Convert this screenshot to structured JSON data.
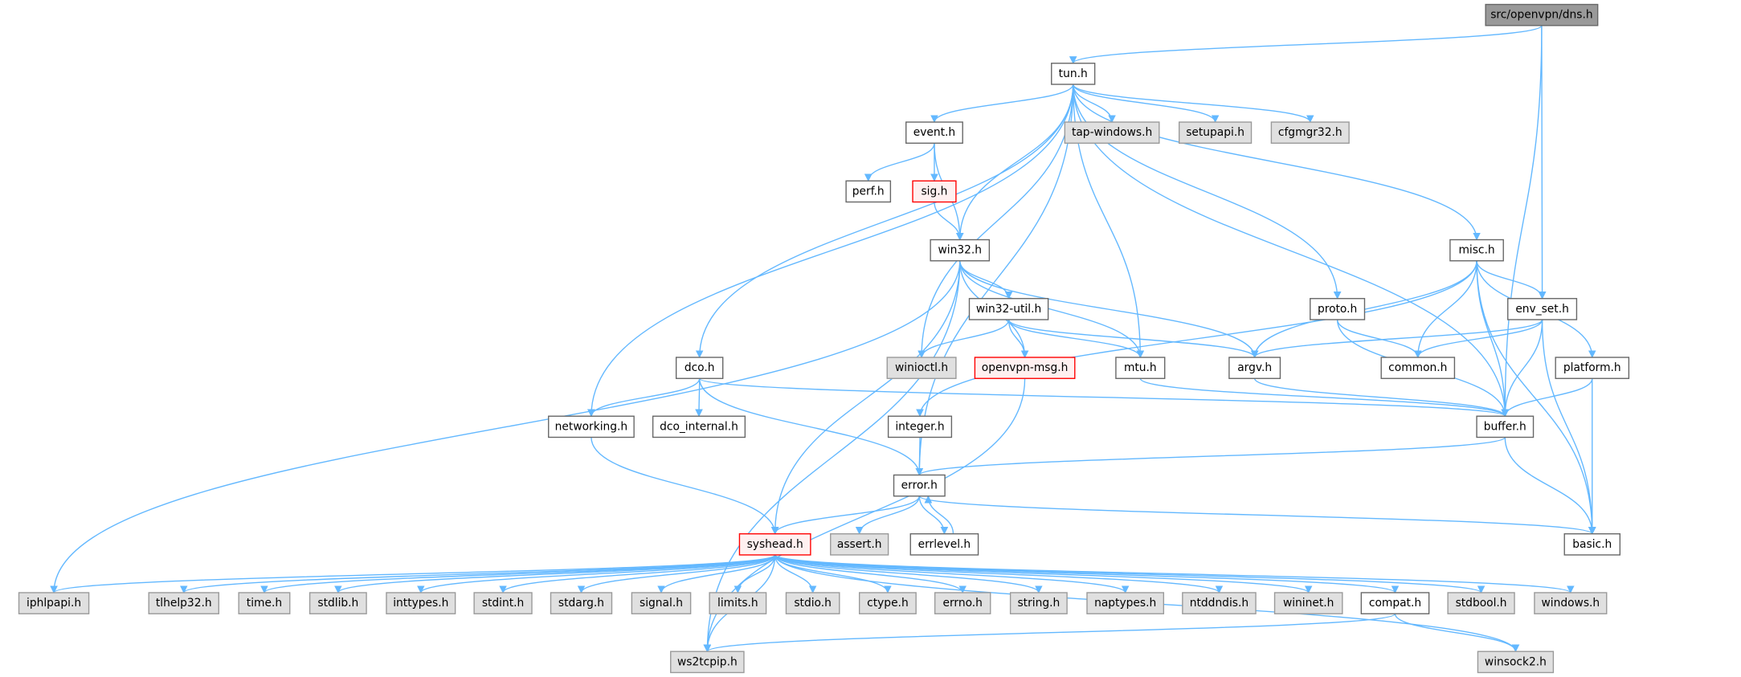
{
  "graph": {
    "title": "src/openvpn/dns.h",
    "colors": {
      "edge": "#63b8ff",
      "root_fill": "#999999",
      "root_border": "#666666",
      "normal_fill": "#ffffff",
      "normal_border": "#666666",
      "external_fill": "#e0e0e0",
      "external_border": "#999999",
      "truncated_fill": "#fff0f0",
      "truncated_border": "#ff0000"
    },
    "nodes": [
      {
        "label": "src/openvpn/dns.h",
        "kind": "root"
      },
      {
        "label": "tun.h",
        "kind": "normal"
      },
      {
        "label": "event.h",
        "kind": "normal"
      },
      {
        "label": "tap-windows.h",
        "kind": "external"
      },
      {
        "label": "setupapi.h",
        "kind": "external"
      },
      {
        "label": "cfgmgr32.h",
        "kind": "external"
      },
      {
        "label": "perf.h",
        "kind": "normal"
      },
      {
        "label": "sig.h",
        "kind": "truncated"
      },
      {
        "label": "win32.h",
        "kind": "normal"
      },
      {
        "label": "misc.h",
        "kind": "normal"
      },
      {
        "label": "win32-util.h",
        "kind": "normal"
      },
      {
        "label": "proto.h",
        "kind": "normal"
      },
      {
        "label": "env_set.h",
        "kind": "normal"
      },
      {
        "label": "dco.h",
        "kind": "normal"
      },
      {
        "label": "winioctl.h",
        "kind": "external"
      },
      {
        "label": "openvpn-msg.h",
        "kind": "truncated"
      },
      {
        "label": "mtu.h",
        "kind": "normal"
      },
      {
        "label": "argv.h",
        "kind": "normal"
      },
      {
        "label": "common.h",
        "kind": "normal"
      },
      {
        "label": "platform.h",
        "kind": "normal"
      },
      {
        "label": "networking.h",
        "kind": "normal"
      },
      {
        "label": "dco_internal.h",
        "kind": "normal"
      },
      {
        "label": "integer.h",
        "kind": "normal"
      },
      {
        "label": "buffer.h",
        "kind": "normal"
      },
      {
        "label": "error.h",
        "kind": "normal"
      },
      {
        "label": "syshead.h",
        "kind": "truncated"
      },
      {
        "label": "assert.h",
        "kind": "external"
      },
      {
        "label": "errlevel.h",
        "kind": "normal"
      },
      {
        "label": "basic.h",
        "kind": "normal"
      },
      {
        "label": "iphlpapi.h",
        "kind": "external"
      },
      {
        "label": "tlhelp32.h",
        "kind": "external"
      },
      {
        "label": "time.h",
        "kind": "external"
      },
      {
        "label": "stdlib.h",
        "kind": "external"
      },
      {
        "label": "inttypes.h",
        "kind": "external"
      },
      {
        "label": "stdint.h",
        "kind": "external"
      },
      {
        "label": "stdarg.h",
        "kind": "external"
      },
      {
        "label": "signal.h",
        "kind": "external"
      },
      {
        "label": "limits.h",
        "kind": "external"
      },
      {
        "label": "stdio.h",
        "kind": "external"
      },
      {
        "label": "ctype.h",
        "kind": "external"
      },
      {
        "label": "errno.h",
        "kind": "external"
      },
      {
        "label": "string.h",
        "kind": "external"
      },
      {
        "label": "naptypes.h",
        "kind": "external"
      },
      {
        "label": "ntddndis.h",
        "kind": "external"
      },
      {
        "label": "wininet.h",
        "kind": "external"
      },
      {
        "label": "compat.h",
        "kind": "normal"
      },
      {
        "label": "stdbool.h",
        "kind": "external"
      },
      {
        "label": "windows.h",
        "kind": "external"
      },
      {
        "label": "ws2tcpip.h",
        "kind": "external"
      },
      {
        "label": "winsock2.h",
        "kind": "external"
      }
    ],
    "edges": [
      [
        "src/openvpn/dns.h",
        "tun.h"
      ],
      [
        "src/openvpn/dns.h",
        "env_set.h"
      ],
      [
        "src/openvpn/dns.h",
        "buffer.h"
      ],
      [
        "tun.h",
        "event.h"
      ],
      [
        "tun.h",
        "tap-windows.h"
      ],
      [
        "tun.h",
        "setupapi.h"
      ],
      [
        "tun.h",
        "cfgmgr32.h"
      ],
      [
        "tun.h",
        "win32.h"
      ],
      [
        "tun.h",
        "mtu.h"
      ],
      [
        "tun.h",
        "proto.h"
      ],
      [
        "tun.h",
        "buffer.h"
      ],
      [
        "tun.h",
        "misc.h"
      ],
      [
        "tun.h",
        "dco.h"
      ],
      [
        "tun.h",
        "networking.h"
      ],
      [
        "tun.h",
        "error.h"
      ],
      [
        "tun.h",
        "winioctl.h"
      ],
      [
        "event.h",
        "perf.h"
      ],
      [
        "event.h",
        "sig.h"
      ],
      [
        "event.h",
        "win32.h"
      ],
      [
        "sig.h",
        "win32.h"
      ],
      [
        "win32.h",
        "win32-util.h"
      ],
      [
        "win32.h",
        "openvpn-msg.h"
      ],
      [
        "win32.h",
        "mtu.h"
      ],
      [
        "win32.h",
        "argv.h"
      ],
      [
        "win32.h",
        "syshead.h"
      ],
      [
        "win32.h",
        "ws2tcpip.h"
      ],
      [
        "win32.h",
        "iphlpapi.h"
      ],
      [
        "win32-util.h",
        "winioctl.h"
      ],
      [
        "win32-util.h",
        "openvpn-msg.h"
      ],
      [
        "win32-util.h",
        "mtu.h"
      ],
      [
        "win32-util.h",
        "argv.h"
      ],
      [
        "misc.h",
        "env_set.h"
      ],
      [
        "misc.h",
        "common.h"
      ],
      [
        "misc.h",
        "buffer.h"
      ],
      [
        "misc.h",
        "argv.h"
      ],
      [
        "misc.h",
        "integer.h"
      ],
      [
        "misc.h",
        "platform.h"
      ],
      [
        "misc.h",
        "basic.h"
      ],
      [
        "proto.h",
        "common.h"
      ],
      [
        "proto.h",
        "buffer.h"
      ],
      [
        "env_set.h",
        "argv.h"
      ],
      [
        "env_set.h",
        "common.h"
      ],
      [
        "env_set.h",
        "buffer.h"
      ],
      [
        "env_set.h",
        "basic.h"
      ],
      [
        "dco.h",
        "networking.h"
      ],
      [
        "dco.h",
        "dco_internal.h"
      ],
      [
        "dco.h",
        "error.h"
      ],
      [
        "dco.h",
        "buffer.h"
      ],
      [
        "mtu.h",
        "buffer.h"
      ],
      [
        "argv.h",
        "buffer.h"
      ],
      [
        "platform.h",
        "buffer.h"
      ],
      [
        "platform.h",
        "basic.h"
      ],
      [
        "openvpn-msg.h",
        "ws2tcpip.h"
      ],
      [
        "networking.h",
        "syshead.h"
      ],
      [
        "integer.h",
        "error.h"
      ],
      [
        "buffer.h",
        "error.h"
      ],
      [
        "buffer.h",
        "basic.h"
      ],
      [
        "error.h",
        "syshead.h"
      ],
      [
        "error.h",
        "assert.h"
      ],
      [
        "error.h",
        "errlevel.h"
      ],
      [
        "error.h",
        "basic.h"
      ],
      [
        "errlevel.h",
        "error.h"
      ],
      [
        "syshead.h",
        "iphlpapi.h"
      ],
      [
        "syshead.h",
        "tlhelp32.h"
      ],
      [
        "syshead.h",
        "time.h"
      ],
      [
        "syshead.h",
        "stdlib.h"
      ],
      [
        "syshead.h",
        "inttypes.h"
      ],
      [
        "syshead.h",
        "stdint.h"
      ],
      [
        "syshead.h",
        "stdarg.h"
      ],
      [
        "syshead.h",
        "signal.h"
      ],
      [
        "syshead.h",
        "limits.h"
      ],
      [
        "syshead.h",
        "stdio.h"
      ],
      [
        "syshead.h",
        "ctype.h"
      ],
      [
        "syshead.h",
        "errno.h"
      ],
      [
        "syshead.h",
        "string.h"
      ],
      [
        "syshead.h",
        "naptypes.h"
      ],
      [
        "syshead.h",
        "ntddndis.h"
      ],
      [
        "syshead.h",
        "wininet.h"
      ],
      [
        "syshead.h",
        "compat.h"
      ],
      [
        "syshead.h",
        "stdbool.h"
      ],
      [
        "syshead.h",
        "windows.h"
      ],
      [
        "syshead.h",
        "ws2tcpip.h"
      ],
      [
        "syshead.h",
        "winsock2.h"
      ],
      [
        "compat.h",
        "ws2tcpip.h"
      ],
      [
        "compat.h",
        "winsock2.h"
      ]
    ]
  }
}
